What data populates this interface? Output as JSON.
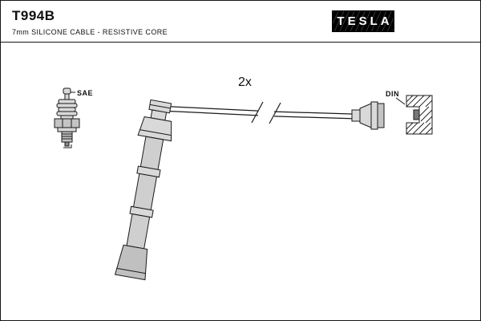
{
  "header": {
    "part_number": "T994B",
    "subtitle": "7mm SILICONE CABLE - RESISTIVE CORE",
    "brand_logo": "TESLA"
  },
  "diagram": {
    "quantity_label": "2x",
    "labels": {
      "sae": "SAE",
      "din": "DIN"
    },
    "parts": [
      "spark-plug (SAE terminal side)",
      "ignition-coil-pencil-boot",
      "silicone-cable-7mm (shown broken / shortened)",
      "distributor-end-boot",
      "din-terminal-cross-section"
    ],
    "colors": {
      "line": "#1a1a1a",
      "fill_light": "#d9d9d9",
      "fill_mid": "#c4c4c4",
      "fill_dark": "#777777",
      "background": "#ffffff",
      "logo_bg": "#000000",
      "logo_text": "#ffffff"
    }
  }
}
